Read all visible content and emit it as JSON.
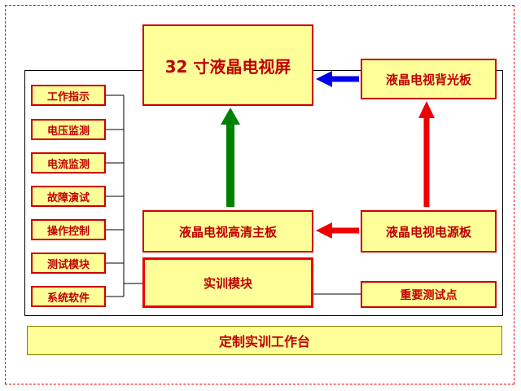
{
  "colors": {
    "box_fill": "#FFFF99",
    "box_border": "#CC0000",
    "text_red": "#C00000",
    "arrow_green": "#008000",
    "arrow_blue": "#0000EE",
    "arrow_red": "#EE0000",
    "line_black": "#000000",
    "frame_dashed": "#EE0000"
  },
  "diagram": {
    "screen_label": "32 寸液晶电视屏",
    "backlight_label": "液晶电视背光板",
    "mainboard_label": "液晶电视高清主板",
    "power_label": "液晶电视电源板",
    "training_label": "实训模块",
    "testpoints_label": "重要测试点",
    "workbench_label": "定制实训工作台",
    "left_items": [
      {
        "label": "工作指示"
      },
      {
        "label": "电压监测"
      },
      {
        "label": "电流监测"
      },
      {
        "label": "故障演试"
      },
      {
        "label": "操作控制"
      },
      {
        "label": "测试模块"
      },
      {
        "label": "系统软件"
      }
    ]
  }
}
